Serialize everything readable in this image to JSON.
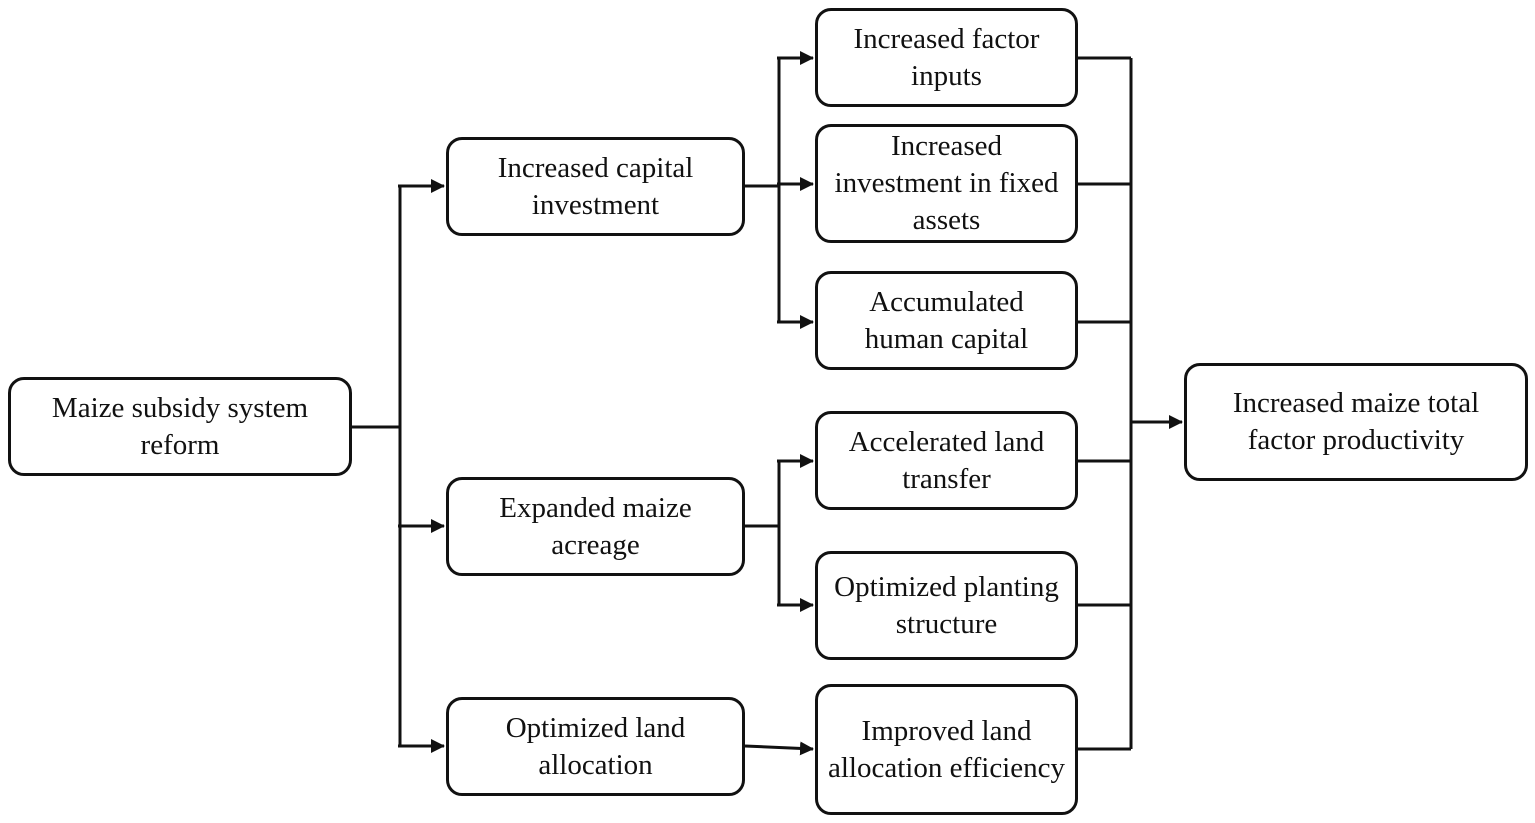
{
  "diagram": {
    "nodes": {
      "root": "Maize subsidy system reform",
      "capital": "Increased capital investment",
      "acreage": "Expanded maize acreage",
      "land_alloc": "Optimized land allocation",
      "factor_inputs": "Increased factor inputs",
      "fixed_assets": "Increased investment in fixed assets",
      "human_capital": "Accumulated human capital",
      "land_transfer": "Accelerated land transfer",
      "planting": "Optimized planting structure",
      "efficiency": "Improved land allocation efficiency",
      "tfp": "Increased maize total factor productivity"
    },
    "edges": [
      [
        "root",
        "capital"
      ],
      [
        "root",
        "acreage"
      ],
      [
        "root",
        "land_alloc"
      ],
      [
        "capital",
        "factor_inputs"
      ],
      [
        "capital",
        "fixed_assets"
      ],
      [
        "capital",
        "human_capital"
      ],
      [
        "acreage",
        "land_transfer"
      ],
      [
        "acreage",
        "planting"
      ],
      [
        "land_alloc",
        "efficiency"
      ],
      [
        "factor_inputs",
        "tfp"
      ],
      [
        "fixed_assets",
        "tfp"
      ],
      [
        "human_capital",
        "tfp"
      ],
      [
        "land_transfer",
        "tfp"
      ],
      [
        "planting",
        "tfp"
      ],
      [
        "efficiency",
        "tfp"
      ]
    ]
  }
}
